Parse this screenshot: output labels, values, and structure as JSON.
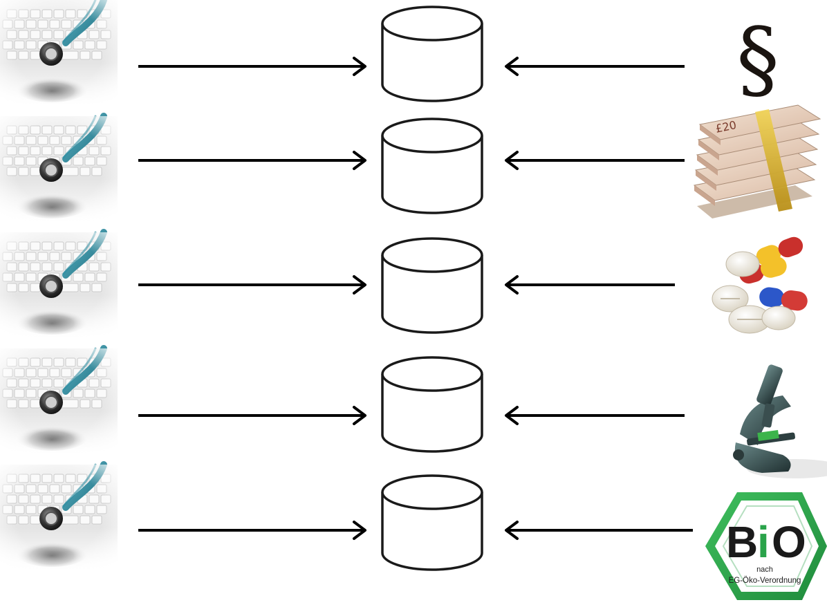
{
  "diagram": {
    "rows": [
      {
        "source_icon": "keyboard-stethoscope-icon",
        "target_icon": "database-icon",
        "resource_icon": "paragraph-sign-icon"
      },
      {
        "source_icon": "keyboard-stethoscope-icon",
        "target_icon": "database-icon",
        "resource_icon": "banknote-stack-icon"
      },
      {
        "source_icon": "keyboard-stethoscope-icon",
        "target_icon": "database-icon",
        "resource_icon": "pills-icon"
      },
      {
        "source_icon": "keyboard-stethoscope-icon",
        "target_icon": "database-icon",
        "resource_icon": "microscope-icon"
      },
      {
        "source_icon": "keyboard-stethoscope-icon",
        "target_icon": "database-icon",
        "resource_icon": "bio-seal-icon"
      }
    ],
    "paragraph_symbol": "§",
    "banknote_label": "£20",
    "bio_logo": {
      "word_b": "B",
      "word_i": "i",
      "word_o": "O",
      "line1": "nach",
      "line2": "EG-Öko-Verordnung",
      "color_green": "#2aa34a",
      "color_dark": "#1a1a1a"
    },
    "colors": {
      "arrow": "#000000",
      "cylinder_stroke": "#1a1a1a",
      "background": "#ffffff"
    }
  }
}
